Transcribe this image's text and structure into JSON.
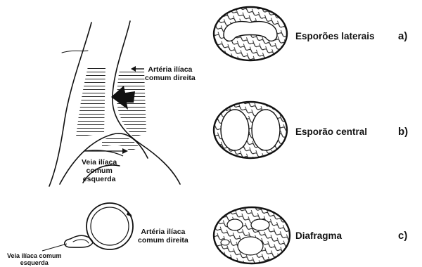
{
  "labels": {
    "artery_top_line1": "Artéria ilíaca",
    "artery_top_line2": "comum direita",
    "vein_top_line1": "Veia ilíaca",
    "vein_top_line2": "comum",
    "vein_top_line3": "esquerda",
    "artery_bottom_line1": "Artéria ilíaca",
    "artery_bottom_line2": "comum direita",
    "vein_bottom_line1": "Veia ilíaca comum",
    "vein_bottom_line2": "esquerda"
  },
  "panels": [
    {
      "name": "Esporões laterais",
      "letter": "a)"
    },
    {
      "name": "Esporão central",
      "letter": "b)"
    },
    {
      "name": "Diafragma",
      "letter": "c)"
    }
  ]
}
